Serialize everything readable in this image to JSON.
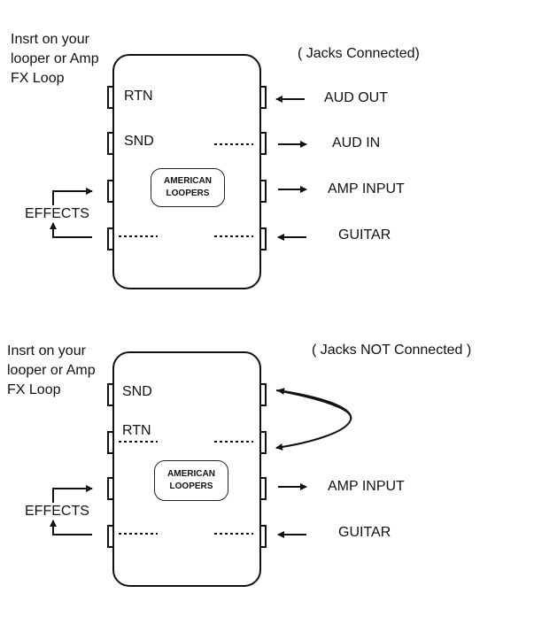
{
  "top": {
    "note": "Insrt on your looper or Amp FX Loop",
    "status": "( Jacks Connected)",
    "jacks": {
      "rtn": "RTN",
      "snd": "SND"
    },
    "logo": [
      "AMERICAN",
      "LOOPERS"
    ],
    "effects": "EFFECTS",
    "right_labels": {
      "aud_out": "AUD OUT",
      "aud_in": "AUD IN",
      "amp_input": "AMP INPUT",
      "guitar": "GUITAR"
    }
  },
  "bottom": {
    "note": "Insrt on your looper or Amp FX Loop",
    "status": "( Jacks NOT Connected )",
    "jacks": {
      "snd": "SND",
      "rtn": "RTN"
    },
    "logo": [
      "AMERICAN",
      "LOOPERS"
    ],
    "effects": "EFFECTS",
    "right_labels": {
      "amp_input": "AMP INPUT",
      "guitar": "GUITAR"
    }
  }
}
